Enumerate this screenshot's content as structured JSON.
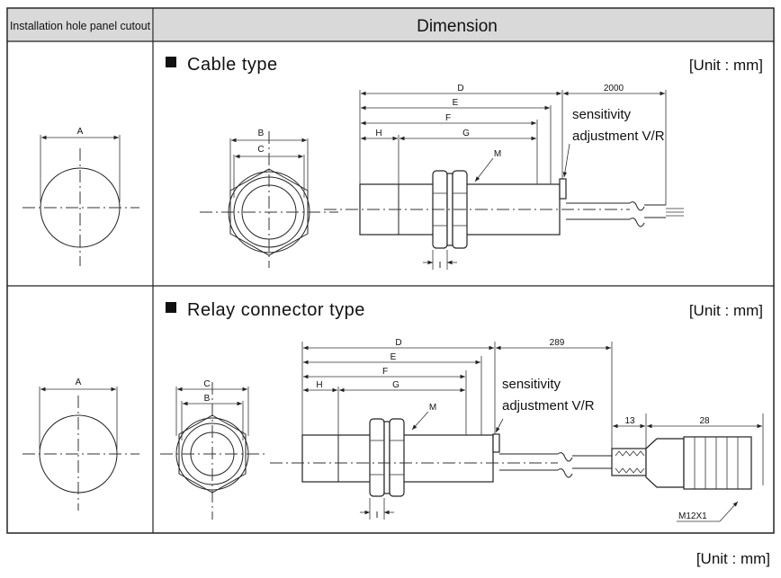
{
  "header": {
    "left_label": "Installation hole panel cutout",
    "right_label": "Dimension"
  },
  "cable_section": {
    "title": "Cable type",
    "unit": "[Unit : mm]",
    "cutout_label": "A",
    "front_labels": [
      "B",
      "C"
    ],
    "side_labels": [
      "D",
      "E",
      "F",
      "H",
      "G",
      "M",
      "I"
    ],
    "cable_length": "2000",
    "sensitivity_note_line1": "sensitivity",
    "sensitivity_note_line2": "adjustment V/R"
  },
  "relay_section": {
    "title": "Relay connector type",
    "unit": "[Unit : mm]",
    "cutout_label": "A",
    "front_labels": [
      "C",
      "B"
    ],
    "side_labels": [
      "D",
      "E",
      "F",
      "H",
      "G",
      "M",
      "I"
    ],
    "cable_length": "289",
    "connector_dim_1": "13",
    "connector_dim_2": "28",
    "connector_label": "M12X1",
    "sensitivity_note_line1": "sensitivity",
    "sensitivity_note_line2": "adjustment V/R"
  },
  "footer": {
    "unit": "[Unit : mm]"
  }
}
